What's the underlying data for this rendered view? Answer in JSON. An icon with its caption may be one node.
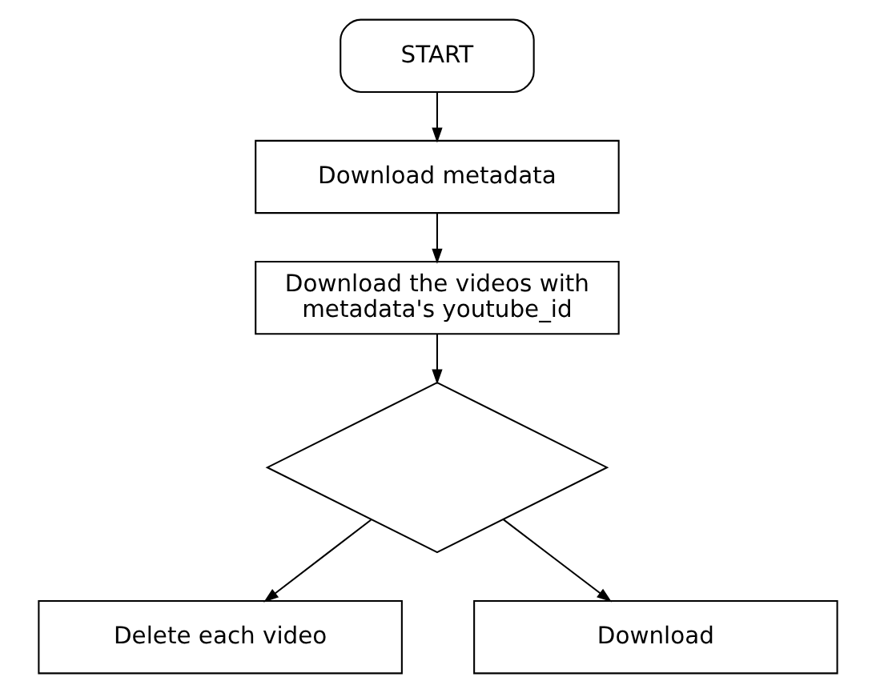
{
  "diagram": {
    "nodes": [
      {
        "text": [
          "START"
        ]
      },
      {
        "text": [
          "Download metadata"
        ]
      },
      {
        "text": [
          "Download the videos with metadata's youtube_id"
        ]
      },
      {
        "text": [],
        "shape": "diamond"
      },
      {
        "text": [
          "Delete each video"
        ]
      },
      {
        "text": [
          "Download"
        ]
      }
    ],
    "edges": [
      {
        "from": 0,
        "to": 1,
        "arrow": "to"
      },
      {
        "from": 1,
        "to": 2,
        "arrow": "to"
      },
      {
        "from": 2,
        "to": 3,
        "arrow": "to"
      },
      {
        "from": 3,
        "to": 4,
        "arrow": "to"
      },
      {
        "from": 3,
        "to": 5,
        "arrow": "to"
      }
    ]
  }
}
